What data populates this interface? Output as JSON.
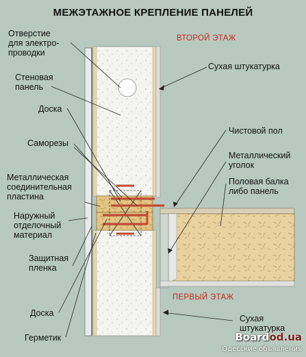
{
  "title": "МЕЖЭТАЖНОЕ КРЕПЛЕНИЕ ПАНЕЛЕЙ",
  "floors": {
    "upper": "ВТОРОЙ ЭТАЖ",
    "lower": "ПЕРВЫЙ ЭТАЖ"
  },
  "labels": {
    "hole": "Отверстие\nдля электро-\nпроводки",
    "wall_panel": "Стеновая\nпанель",
    "board_top": "Доска",
    "screws": "Саморезы",
    "metal_plate": "Металлическая\nсоединительная\nпластина",
    "exterior": "Наружный\nотделочный\nматериал",
    "film": "Защитная\nпленка",
    "board_bottom": "Доска",
    "sealant": "Герметик",
    "drywall_top": "Сухая штукатурка",
    "finish_floor": "Чистовой пол",
    "angle": "Металлический\nуголок",
    "joist": "Половая балка\nлибо панель",
    "drywall_bottom": "Сухая\nштукатурка"
  },
  "watermark": {
    "brand": "Board",
    "suffix": "od.ua",
    "tagline": "Одесские объявления"
  },
  "colors": {
    "background": "#b8c9bf",
    "floor_label": "#c8281e",
    "wood": "#e3c583",
    "foam": "#f4f4f0",
    "metal": "#c04a33"
  }
}
